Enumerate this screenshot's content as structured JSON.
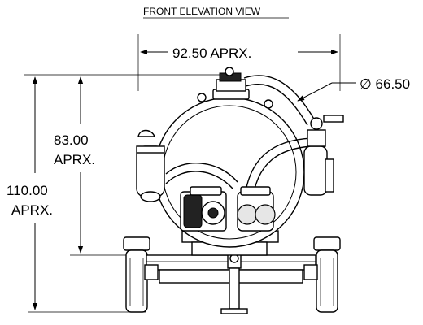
{
  "title": "FRONT ELEVATION VIEW",
  "dims": {
    "width": "92.50 APRX.",
    "diameter": "∅ 66.50",
    "inner_height_value": "83.00",
    "inner_height_unit": "APRX.",
    "overall_height_value": "110.00",
    "overall_height_unit": "APRX."
  }
}
